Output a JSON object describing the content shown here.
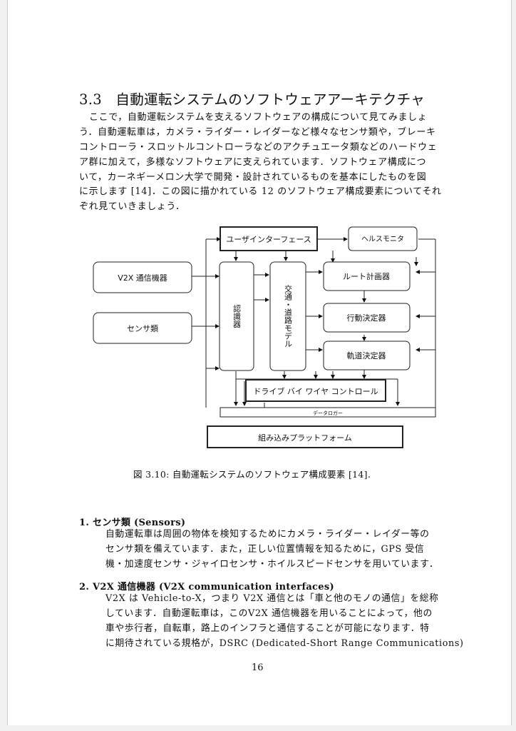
{
  "section": {
    "number": "3.3",
    "title": "自動運転システムのソフトウェアアーキテクチャ"
  },
  "intro_lines": [
    "ここで，自動運転システムを支えるソフトウェアの構成について見てみましょ",
    "う．自動運転車は，カメラ・ライダー・レイダーなど様々なセンサ類や，ブレーキ",
    "コントローラ・スロットルコントローラなどのアクチュエータ類などのハードウェ",
    "ア群に加えて，多様なソフトウェアに支えられています．ソフトウェア構成につ",
    "いて，カーネギーメロン大学で開発・設計されているものを基本にしたものを図",
    "に示します [14]．この図に描かれている 12 のソフトウェア構成要素についてそれ",
    "ぞれ見ていきましょう．"
  ],
  "diagram": {
    "boxes": {
      "user_interface": "ユーザインターフェース",
      "health_monitor": "ヘルスモニタ",
      "v2x_device": "V2X 通信機器",
      "sensors": "センサ類",
      "recognizer": "認識器",
      "traffic_road_model": "交通・道路モデル",
      "route_planner": "ルート計画器",
      "behavior_decider": "行動決定器",
      "trajectory_decider": "軌道決定器",
      "drive_by_wire": "ドライブ バイ ワイヤ コントロール",
      "data_logger": "データロガー",
      "embedded_platform": "組み込みプラットフォーム"
    }
  },
  "figure_caption": "図 3.10: 自動運転システムのソフトウェア構成要素 [14].",
  "items": [
    {
      "heading": "1.  センサ類 (Sensors)",
      "lines": [
        "自動運転車は周囲の物体を検知するためにカメラ・ライダー・レイダー等の",
        "センサ類を備えています．また，正しい位置情報を知るために，GPS 受信",
        "機・加速度センサ・ジャイロセンサ・ホイルスピードセンサを用いています．"
      ]
    },
    {
      "heading": "2.  V2X 通信機器 (V2X communication interfaces)",
      "lines": [
        "V2X は Vehicle-to-X，つまり V2X 通信とは「車と他のモノの通信」を総称",
        "しています．自動運転車は，このV2X 通信機器を用いることによって，他の",
        "車や歩行者，自転車，路上のインフラと通信することが可能になります．特",
        "に期待されている規格が，DSRC (Dedicated-Short Range Communications)"
      ]
    }
  ],
  "page_number": "16"
}
